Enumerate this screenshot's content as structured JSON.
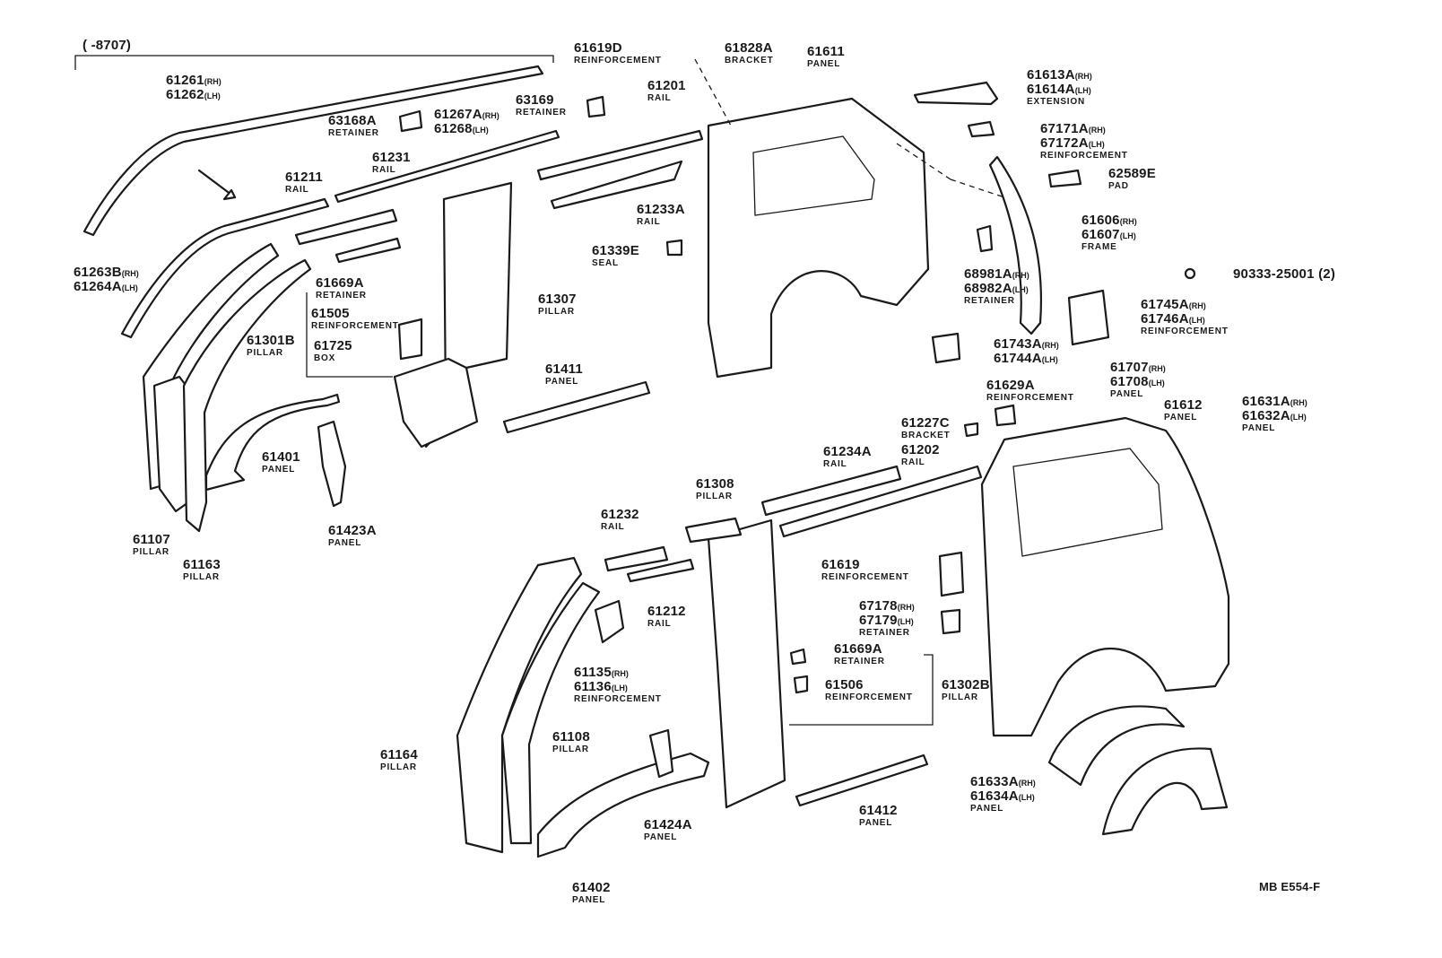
{
  "header": {
    "range": "(      -8707)"
  },
  "parts": {
    "p61619D": {
      "num": "61619D",
      "name": "REINFORCEMENT"
    },
    "p61828A": {
      "num": "61828A",
      "name": "BRACKET"
    },
    "p61611": {
      "num": "61611",
      "name": "PANEL"
    },
    "p61613A": {
      "num1": "61613A",
      "side1": "(RH)",
      "num2": "61614A",
      "side2": "(LH)",
      "name": "EXTENSION"
    },
    "p61261": {
      "num1": "61261",
      "side1": "(RH)",
      "num2": "61262",
      "side2": "(LH)"
    },
    "p63169": {
      "num": "63169",
      "name": "RETAINER"
    },
    "p61201": {
      "num": "61201",
      "name": "RAIL"
    },
    "p63168A": {
      "num": "63168A",
      "name": "RETAINER"
    },
    "p61267A": {
      "num1": "61267A",
      "side1": "(RH)",
      "num2": "61268",
      "side2": "(LH)"
    },
    "p67171A": {
      "num1": "67171A",
      "side1": "(RH)",
      "num2": "67172A",
      "side2": "(LH)",
      "name": "REINFORCEMENT"
    },
    "p61231": {
      "num": "61231",
      "name": "RAIL"
    },
    "p61211": {
      "num": "61211",
      "name": "RAIL"
    },
    "p62589E": {
      "num": "62589E",
      "name": "PAD"
    },
    "p61233A": {
      "num": "61233A",
      "name": "RAIL"
    },
    "p61606": {
      "num1": "61606",
      "side1": "(RH)",
      "num2": "61607",
      "side2": "(LH)",
      "name": "FRAME"
    },
    "p61339E": {
      "num": "61339E",
      "name": "SEAL"
    },
    "p61263B": {
      "num1": "61263B",
      "side1": "(RH)",
      "num2": "61264A",
      "side2": "(LH)"
    },
    "p68981A": {
      "num1": "68981A",
      "side1": "(RH)",
      "num2": "68982A",
      "side2": "(LH)",
      "name": "RETAINER"
    },
    "p90333": {
      "num": "90333-25001",
      "qty": "(2)"
    },
    "p61669A_top": {
      "num": "61669A",
      "name": "RETAINER"
    },
    "p61307": {
      "num": "61307",
      "name": "PILLAR"
    },
    "p61745A": {
      "num1": "61745A",
      "side1": "(RH)",
      "num2": "61746A",
      "side2": "(LH)",
      "name": "REINFORCEMENT"
    },
    "p61505": {
      "num": "61505",
      "name": "REINFORCEMENT"
    },
    "p61301B": {
      "num": "61301B",
      "name": "PILLAR"
    },
    "p61725": {
      "num": "61725",
      "name": "BOX"
    },
    "p61743A": {
      "num1": "61743A",
      "side1": "(RH)",
      "num2": "61744A",
      "side2": "(LH)"
    },
    "p61707": {
      "num1": "61707",
      "side1": "(RH)",
      "num2": "61708",
      "side2": "(LH)",
      "name": "PANEL"
    },
    "p61411": {
      "num": "61411",
      "name": "PANEL"
    },
    "p61629A": {
      "num": "61629A",
      "name": "REINFORCEMENT"
    },
    "p61612": {
      "num": "61612",
      "name": "PANEL"
    },
    "p61631A": {
      "num1": "61631A",
      "side1": "(RH)",
      "num2": "61632A",
      "side2": "(LH)",
      "name": "PANEL"
    },
    "p61227C": {
      "num": "61227C",
      "name": "BRACKET"
    },
    "p61401": {
      "num": "61401",
      "name": "PANEL"
    },
    "p61234A": {
      "num": "61234A",
      "name": "RAIL"
    },
    "p61202": {
      "num": "61202",
      "name": "RAIL"
    },
    "p61308": {
      "num": "61308",
      "name": "PILLAR"
    },
    "p61107": {
      "num": "61107",
      "name": "PILLAR"
    },
    "p61423A": {
      "num": "61423A",
      "name": "PANEL"
    },
    "p61232": {
      "num": "61232",
      "name": "RAIL"
    },
    "p61163": {
      "num": "61163",
      "name": "PILLAR"
    },
    "p61619": {
      "num": "61619",
      "name": "REINFORCEMENT"
    },
    "p67178": {
      "num1": "67178",
      "side1": "(RH)",
      "num2": "67179",
      "side2": "(LH)",
      "name": "RETAINER"
    },
    "p61212": {
      "num": "61212",
      "name": "RAIL"
    },
    "p61669A_bot": {
      "num": "61669A",
      "name": "RETAINER"
    },
    "p61135": {
      "num1": "61135",
      "side1": "(RH)",
      "num2": "61136",
      "side2": "(LH)",
      "name": "REINFORCEMENT"
    },
    "p61506": {
      "num": "61506",
      "name": "REINFORCEMENT"
    },
    "p61302B": {
      "num": "61302B",
      "name": "PILLAR"
    },
    "p61108": {
      "num": "61108",
      "name": "PILLAR"
    },
    "p61164": {
      "num": "61164",
      "name": "PILLAR"
    },
    "p61633A": {
      "num1": "61633A",
      "side1": "(RH)",
      "num2": "61634A",
      "side2": "(LH)",
      "name": "PANEL"
    },
    "p61424A": {
      "num": "61424A",
      "name": "PANEL"
    },
    "p61412": {
      "num": "61412",
      "name": "PANEL"
    },
    "p61402": {
      "num": "61402",
      "name": "PANEL"
    }
  },
  "footer": {
    "ref": "MB E554-F"
  }
}
